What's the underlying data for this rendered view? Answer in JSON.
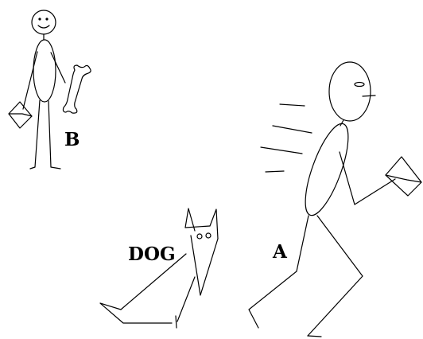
{
  "labels": {
    "person_b": "B",
    "person_a": "A",
    "dog": "DOG"
  }
}
